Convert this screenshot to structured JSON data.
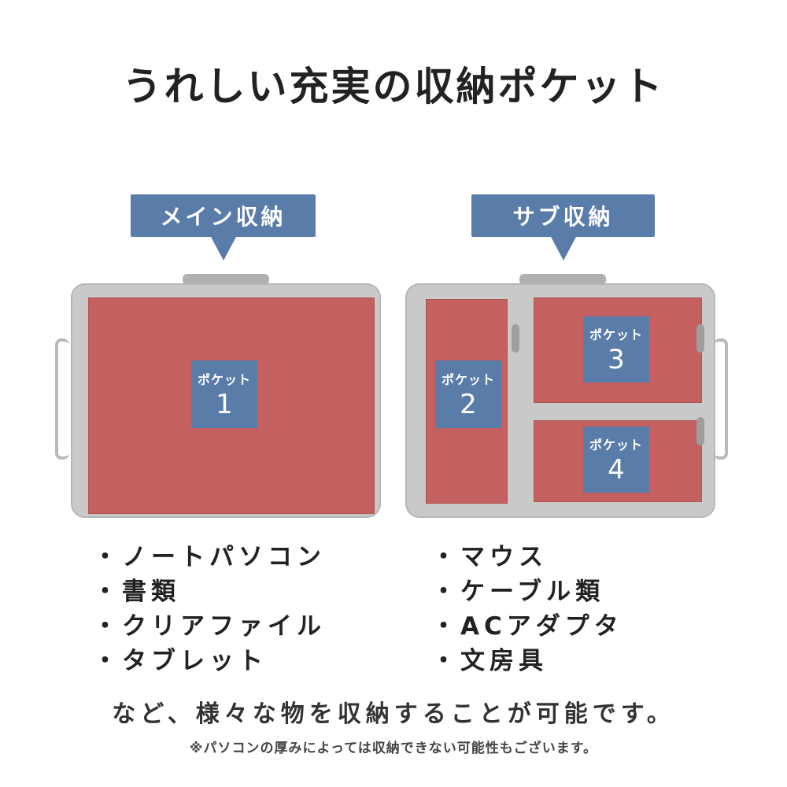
{
  "title": "うれしい充実の収納ポケット",
  "colors": {
    "accent_blue": "#5a7ca9",
    "pocket_red": "#c46060",
    "bag_gray": "#c9c9c9"
  },
  "main": {
    "callout": "メイン収納",
    "pockets": [
      {
        "word": "ポケット",
        "number": "1"
      }
    ],
    "items": [
      "・ノートパソコン",
      "・書類",
      "・クリアファイル",
      "・タブレット"
    ]
  },
  "sub": {
    "callout": "サブ収納",
    "pockets": [
      {
        "word": "ポケット",
        "number": "2"
      },
      {
        "word": "ポケット",
        "number": "3"
      },
      {
        "word": "ポケット",
        "number": "4"
      }
    ],
    "items": [
      "・マウス",
      "・ケーブル類",
      "・ACアダプタ",
      "・文房具"
    ]
  },
  "summary": "など、様々な物を収納することが可能です。",
  "note": "※パソコンの厚みによっては収納できない可能性もございます。"
}
